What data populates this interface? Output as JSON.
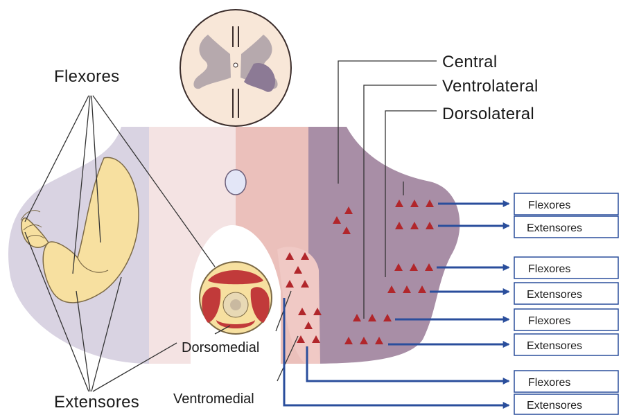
{
  "labels": {
    "flexores_limb": "Flexores",
    "extensores_limb": "Extensores",
    "central": "Central",
    "ventrolateral": "Ventrolateral",
    "dorsolateral": "Dorsolateral",
    "dorsomedial": "Dorsomedial",
    "ventromedial": "Ventromedial"
  },
  "boxes": [
    "Flexores",
    "Extensores",
    "Flexores",
    "Extensores",
    "Flexores",
    "Extensores",
    "Flexores",
    "Extensores"
  ],
  "colors": {
    "outer_lavender": "#d9d3e2",
    "light_pink": "#f4e3e3",
    "mid_pink": "#ebc0bb",
    "dark_mauve": "#a88ea6",
    "neuron_red": "#b1262b",
    "arrow_blue": "#2a4e9c",
    "arm_skin": "#f7e0a0",
    "cord_bg": "#f8e7d8",
    "grey_matter": "#b6a9ad"
  }
}
